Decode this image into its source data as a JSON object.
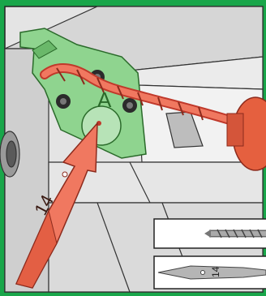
{
  "illustration": {
    "border_color": "#19a64a",
    "template_color": "#8fd48f",
    "bit_color": "#f07860",
    "template_label": "A",
    "spade_bit_size": "14",
    "inset_spade_bit_size": "14"
  }
}
